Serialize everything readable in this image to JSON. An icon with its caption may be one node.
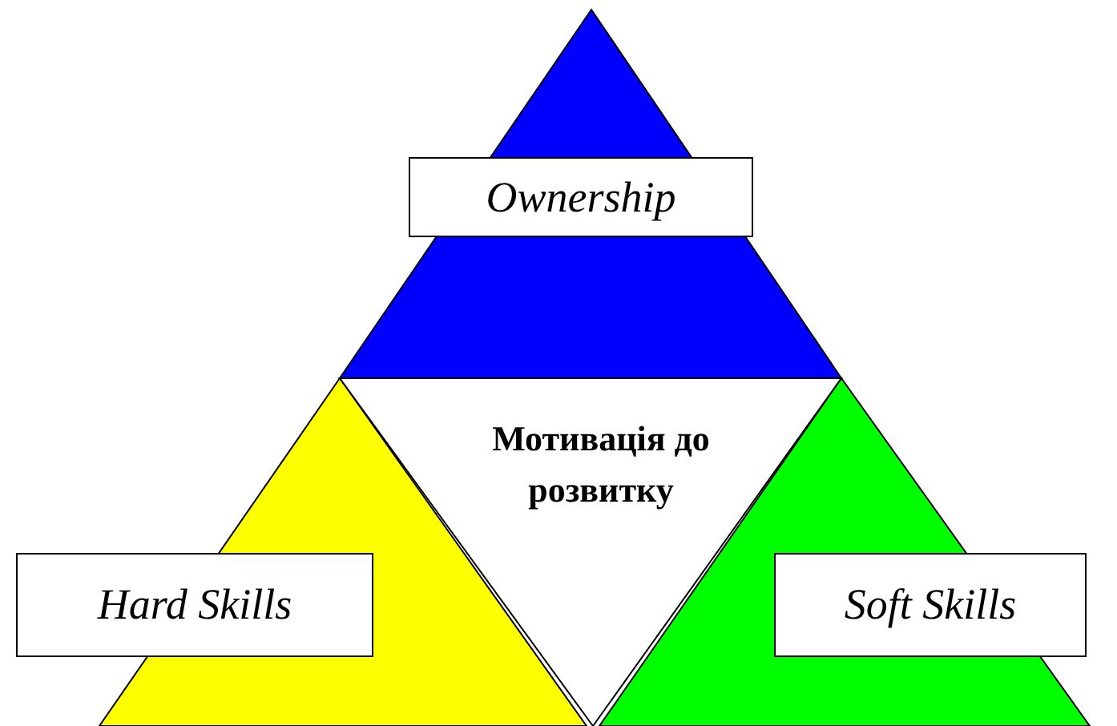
{
  "diagram": {
    "nodes": [
      {
        "text": [
          "Ownership"
        ]
      },
      {
        "text": [
          "Мотивація до розвитку"
        ]
      },
      {
        "text": [
          "Hard Skills"
        ]
      },
      {
        "text": [
          "Soft Skills"
        ]
      }
    ]
  }
}
